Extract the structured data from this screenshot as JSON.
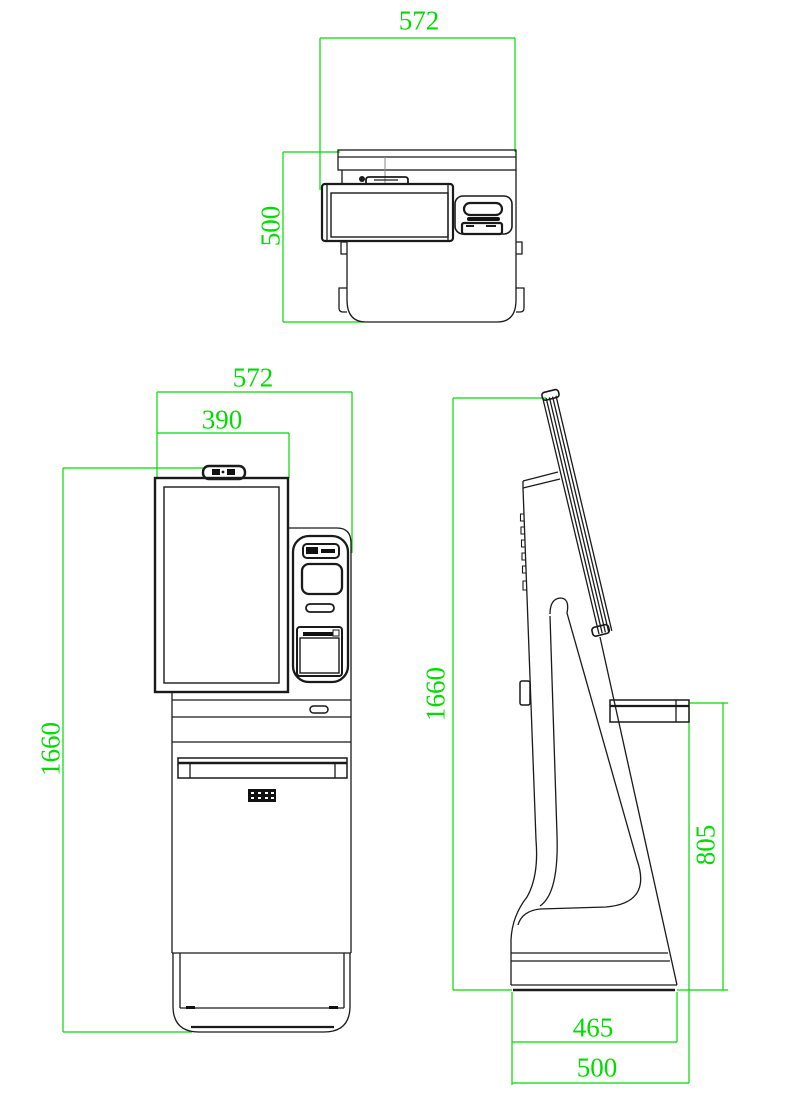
{
  "drawing": {
    "type": "three-view technical drawing of a floor-standing self-service kiosk",
    "colors": {
      "dimension": "#00dc00",
      "line": "#1a1a1a",
      "background": "#ffffff"
    }
  },
  "views": {
    "top": {
      "name": "top-view"
    },
    "front": {
      "name": "front-view"
    },
    "side": {
      "name": "side-view"
    }
  },
  "dims": {
    "top_width": {
      "view": "top",
      "value": "572",
      "orientation": "horizontal"
    },
    "top_depth": {
      "view": "top",
      "value": "500",
      "orientation": "vertical"
    },
    "front_width": {
      "view": "front",
      "value": "572",
      "orientation": "horizontal"
    },
    "front_screen_width": {
      "view": "front",
      "value": "390",
      "orientation": "horizontal"
    },
    "front_height": {
      "view": "front",
      "value": "1660",
      "orientation": "vertical"
    },
    "side_height": {
      "view": "side",
      "value": "1660",
      "orientation": "vertical"
    },
    "side_counter_height": {
      "view": "side",
      "value": "805",
      "orientation": "vertical"
    },
    "side_base_depth": {
      "view": "side",
      "value": "465",
      "orientation": "horizontal"
    },
    "side_overall_depth": {
      "view": "side",
      "value": "500",
      "orientation": "horizontal"
    }
  }
}
